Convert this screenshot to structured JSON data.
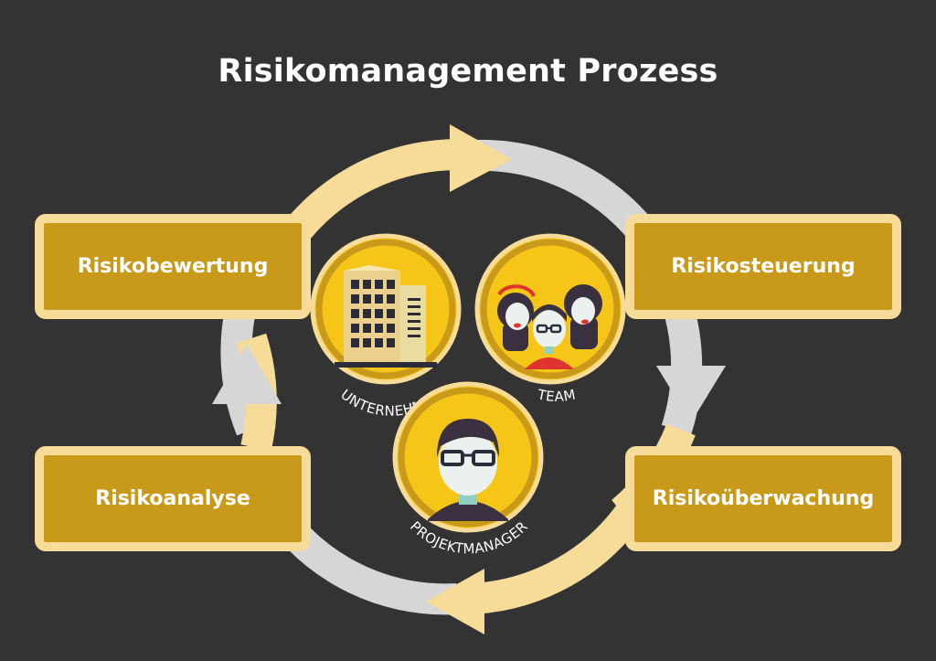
{
  "title": "Risikomanagement Prozess",
  "steps": {
    "top_left": "Risikobewertung",
    "top_right": "Risikosteuerung",
    "bottom_right": "Risikoüberwachung",
    "bottom_left": "Risikoanalyse"
  },
  "actors": {
    "company": "UNTERNEHMEN",
    "team": "TEAM",
    "project_manager": "PROJEKTMANAGER"
  },
  "colors": {
    "background": "#333333",
    "box_fill": "#c99a1a",
    "box_border": "#f6dc98",
    "cycle_cream": "#f6dc98",
    "cycle_gray": "#d6d6d6",
    "badge_yellow": "#f5c518",
    "badge_ring": "#c99a1a"
  }
}
